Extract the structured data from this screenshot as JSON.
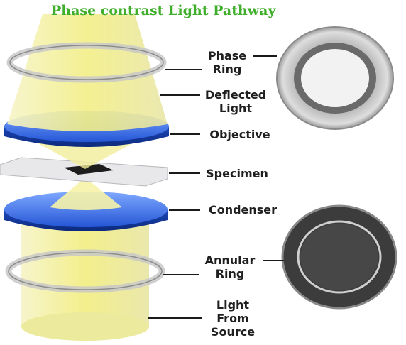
{
  "title": "Phase contrast Light Pathway",
  "labels": {
    "phase_ring": [
      "Phase",
      "Ring"
    ],
    "deflected_light": [
      "Deflected",
      "Light"
    ],
    "objective": "Objective",
    "specimen": "Specimen",
    "condenser": "Condenser",
    "annular_ring": [
      "Annular",
      "Ring"
    ],
    "light_from_source": [
      "Light",
      "From",
      "Source"
    ]
  },
  "colors": {
    "title": "#3fae2a",
    "light_beam": "#f4f2a6",
    "lens_blue": "#2f63e0",
    "label_text": "#1f1f1f"
  }
}
